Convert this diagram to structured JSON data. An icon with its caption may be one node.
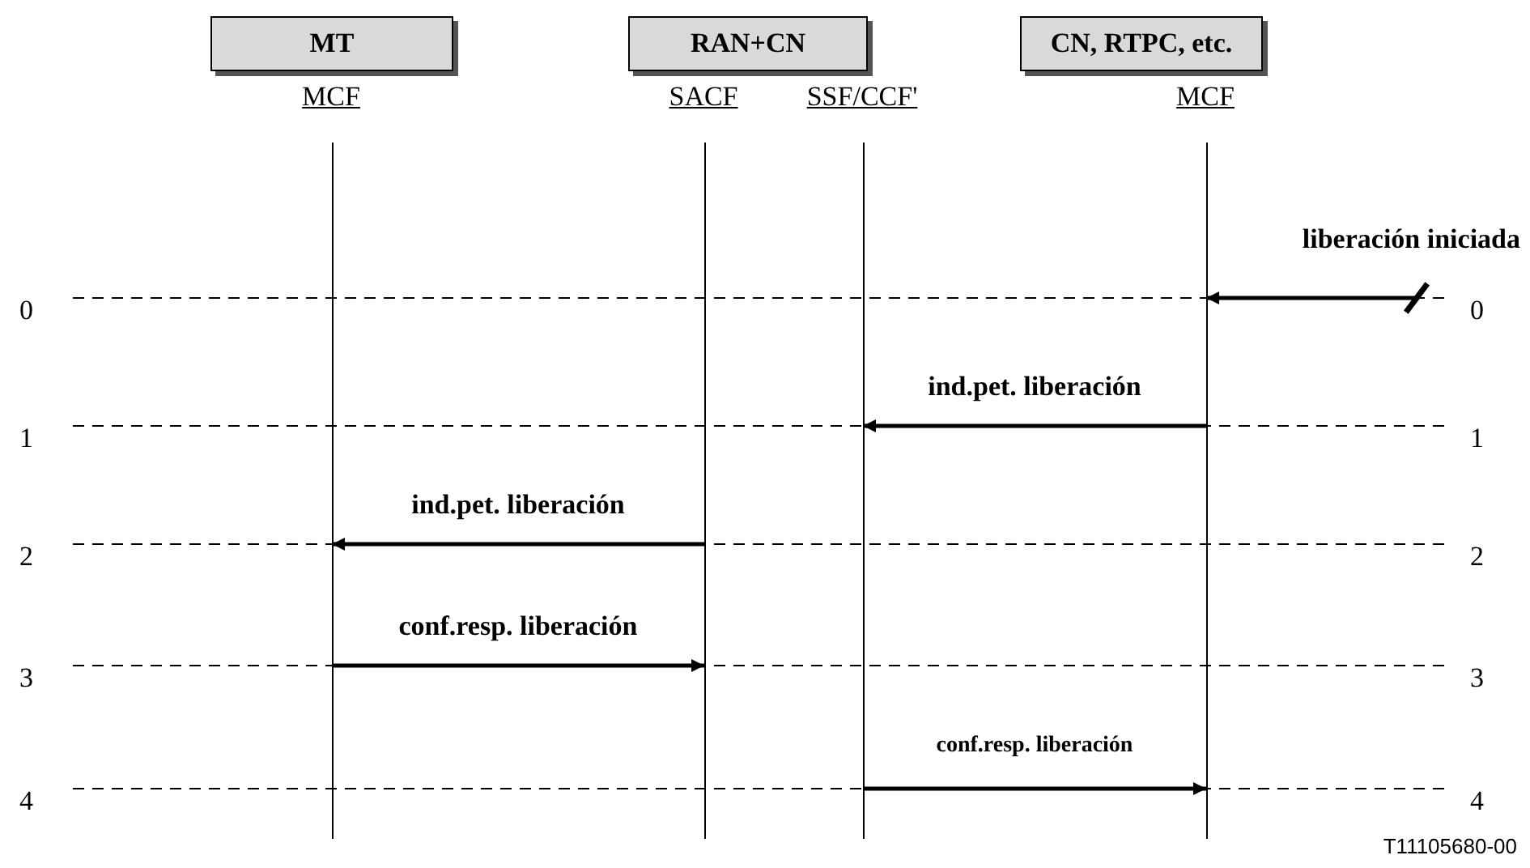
{
  "diagram": {
    "nodes": [
      {
        "text": [
          "MT"
        ]
      },
      {
        "text": [
          "RAN+CN"
        ]
      },
      {
        "text": [
          "CN, RTPC, etc."
        ]
      },
      {
        "text": [
          "MCF"
        ]
      },
      {
        "text": [
          "SACF"
        ]
      },
      {
        "text": [
          "SSF/CCF'"
        ]
      },
      {
        "text": [
          "MCF"
        ]
      }
    ],
    "edges": [
      {
        "from": null,
        "to": 6,
        "arrow": "to",
        "label": "liberación iniciada"
      },
      {
        "from": 6,
        "to": 5,
        "arrow": "to",
        "label": "ind.pet. liberación"
      },
      {
        "from": 4,
        "to": 3,
        "arrow": "to",
        "label": "ind.pet. liberación"
      },
      {
        "from": 3,
        "to": 4,
        "arrow": "to",
        "label": "conf.resp. liberación"
      },
      {
        "from": 5,
        "to": 6,
        "arrow": "to",
        "label": "conf.resp. liberación"
      }
    ],
    "labels": [
      "0",
      "0",
      "1",
      "1",
      "2",
      "2",
      "3",
      "3",
      "4",
      "4",
      "T11105680-00"
    ]
  }
}
